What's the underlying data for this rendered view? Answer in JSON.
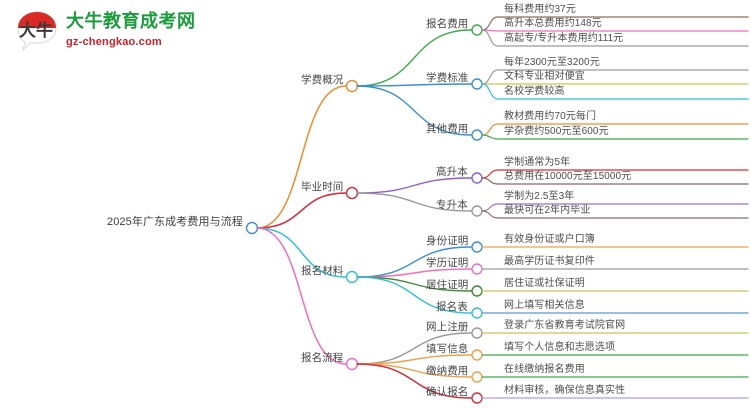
{
  "logo": {
    "mark_text": "大牛",
    "brand_cn": "大牛教育成考网",
    "brand_url": "gz-chengkao.com",
    "brand_color": "#1a9c3c",
    "url_color": "#cf2027",
    "mark_color": "#d92a26"
  },
  "mindmap": {
    "root": {
      "label": "2025年广东成考费用与流程",
      "node_color": "#3b8fd4"
    },
    "branches": [
      {
        "label": "学费概况",
        "color": "#ef8b2c",
        "node_color": "#ef8b2c",
        "children": [
          {
            "label": "报名费用",
            "color": "#3faa4a",
            "node_color": "#3faa4a",
            "leaves": [
              {
                "text": "每科费用约37元",
                "color": "#8d6a62"
              },
              {
                "text": "高升本总费用约148元",
                "color": "#ee6fc0"
              },
              {
                "text": "高起专/专升本费用约111元",
                "color": "#9a9a9a"
              }
            ]
          },
          {
            "label": "学费标准",
            "color": "#3b8fd4",
            "node_color": "#3b8fd4",
            "leaves": [
              {
                "text": "每年2300元至3200元",
                "color": "#9a9a9a"
              },
              {
                "text": "文科专业相对便宜",
                "color": "#c9c254"
              },
              {
                "text": "名校学费较高",
                "color": "#2fc1d8"
              }
            ]
          },
          {
            "label": "其他费用",
            "color": "#3b8fd4",
            "node_color": "#3b8fd4",
            "leaves": [
              {
                "text": "教材费用约70元每门",
                "color": "#f08c33"
              },
              {
                "text": "学杂费约500元至600元",
                "color": "#3faa4a"
              }
            ]
          }
        ]
      },
      {
        "label": "毕业时间",
        "color": "#d52b3d",
        "node_color": "#d52b3d",
        "children": [
          {
            "label": "高升本",
            "color": "#8e5ec9",
            "node_color": "#8e5ec9",
            "leaves": [
              {
                "text": "学制通常为5年",
                "color": "#e02a36"
              },
              {
                "text": "总费用在10000元至15000元",
                "color": "#8d6a62"
              }
            ]
          },
          {
            "label": "专升本",
            "color": "#9a9a9a",
            "node_color": "#9a9a9a",
            "leaves": [
              {
                "text": "学制为2.5至3年",
                "color": "#9b6fd6"
              },
              {
                "text": "最快可在2年内毕业",
                "color": "#8d6a62"
              }
            ]
          }
        ]
      },
      {
        "label": "报名材料",
        "color": "#2fc1d8",
        "node_color": "#2fc1d8",
        "children": [
          {
            "label": "身份证明",
            "color": "#3b8fd4",
            "node_color": "#3b8fd4",
            "leaves": [
              {
                "text": "有效身份证或户口簿",
                "color": "#f0a04b"
              }
            ]
          },
          {
            "label": "学历证明",
            "color": "#ee6fc0",
            "node_color": "#ee6fc0",
            "leaves": [
              {
                "text": "最高学历证书复印件",
                "color": "#9a9a9a"
              }
            ]
          },
          {
            "label": "居住证明",
            "color": "#3d8b33",
            "node_color": "#3d8b33",
            "leaves": [
              {
                "text": "居住证或社保证明",
                "color": "#c9c254"
              }
            ]
          },
          {
            "label": "报名表",
            "color": "#2fc1d8",
            "node_color": "#2fc1d8",
            "leaves": [
              {
                "text": "网上填写相关信息",
                "color": "#5b9bd5"
              }
            ]
          }
        ]
      },
      {
        "label": "报名流程",
        "color": "#ee6fc0",
        "node_color": "#ee6fc0",
        "children": [
          {
            "label": "网上注册",
            "color": "#9a9a9a",
            "node_color": "#9a9a9a",
            "leaves": [
              {
                "text": "登录广东省教育考试院官网",
                "color": "#c9c254"
              }
            ]
          },
          {
            "label": "填写信息",
            "color": "#f0a04b",
            "node_color": "#f0a04b",
            "leaves": [
              {
                "text": "填写个人信息和志愿选项",
                "color": "#3faa4a"
              }
            ]
          },
          {
            "label": "缴纳费用",
            "color": "#f0a04b",
            "node_color": "#f0a04b",
            "leaves": [
              {
                "text": "在线缴纳报名费用",
                "color": "#3faa4a"
              }
            ]
          },
          {
            "label": "确认报名",
            "color": "#d52b3d",
            "node_color": "#d52b3d",
            "leaves": [
              {
                "text": "材料审核，确保信息真实性",
                "color": "#b79bd8"
              }
            ]
          }
        ]
      }
    ]
  }
}
